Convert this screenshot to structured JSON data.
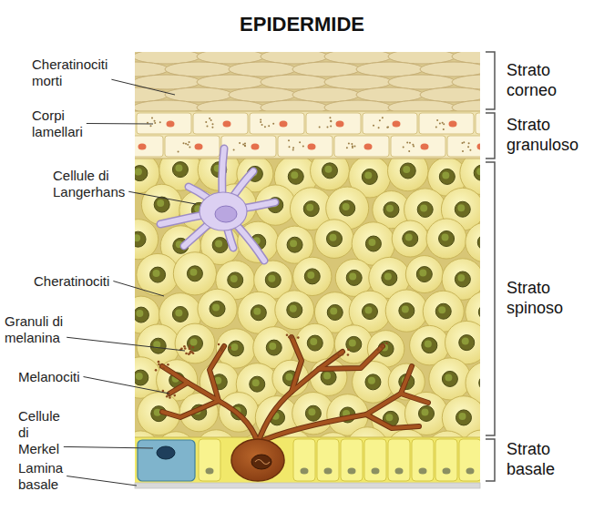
{
  "diagram": {
    "title": "EPIDERMIDE",
    "labels": [
      "Cheratinociti morti",
      "Corpi lamellari",
      "Cellule di Langerhans",
      "Cheratinociti",
      "Granuli di melanina",
      "Melanociti",
      "Cellule di Merkel",
      "Lamina basale",
      "Strato corneo",
      "Strato granuloso",
      "Strato spinoso",
      "Strato basale"
    ]
  }
}
